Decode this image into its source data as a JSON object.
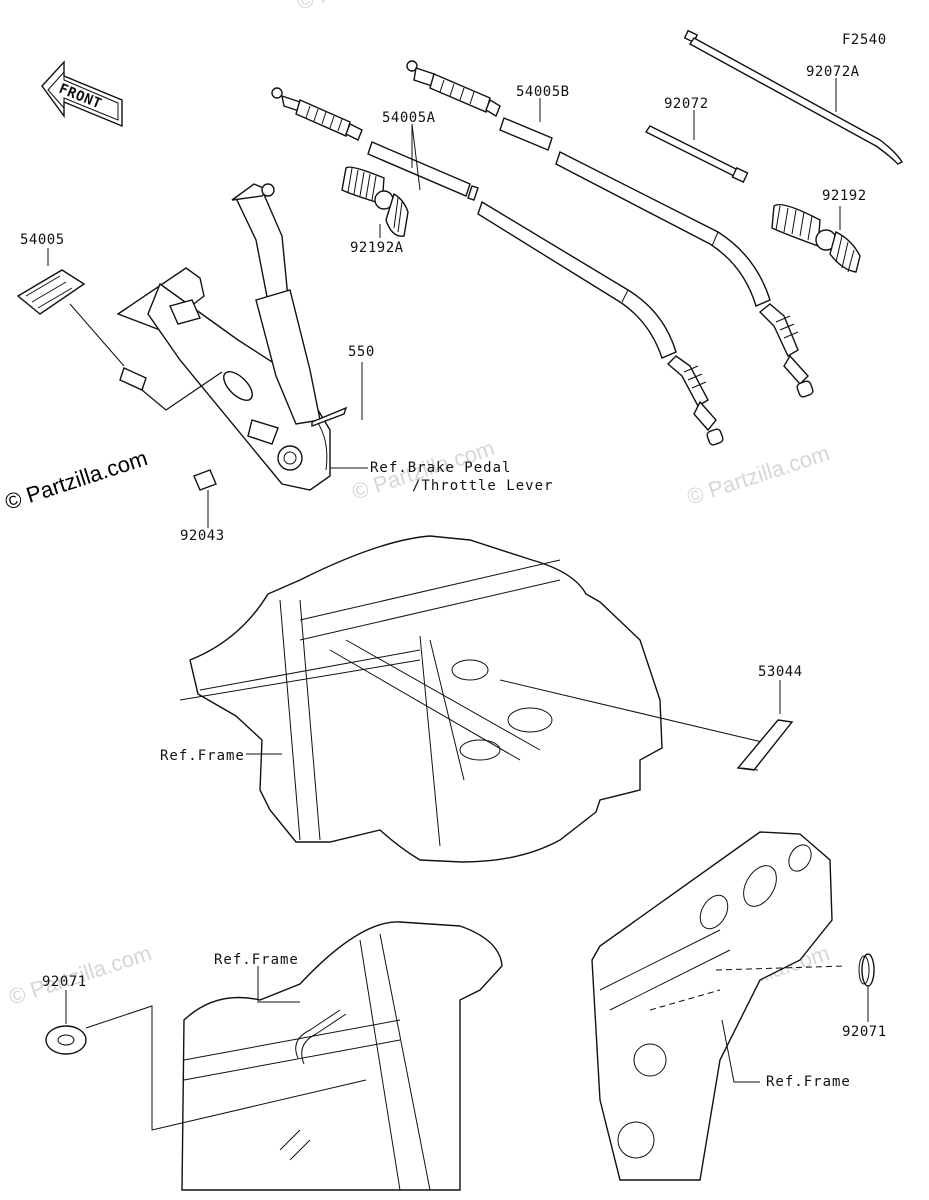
{
  "diagram_code": "F2540",
  "front_arrow_label": "FRONT",
  "labels": {
    "p54005": "54005",
    "p54005A": "54005A",
    "p54005B": "54005B",
    "p92072": "92072",
    "p92072A": "92072A",
    "p92192": "92192",
    "p92192A": "92192A",
    "p550": "550",
    "p92043": "92043",
    "p53044": "53044",
    "p92071_left": "92071",
    "p92071_right": "92071"
  },
  "references": {
    "brake_pedal": "Ref.Brake Pedal",
    "throttle_lever": "/Throttle Lever",
    "frame_middle": "Ref.Frame",
    "frame_bottom_left": "Ref.Frame",
    "frame_bottom_right": "Ref.Frame"
  },
  "watermarks": {
    "main": "© Partzilla.com",
    "faint": "© Partzilla.com"
  }
}
